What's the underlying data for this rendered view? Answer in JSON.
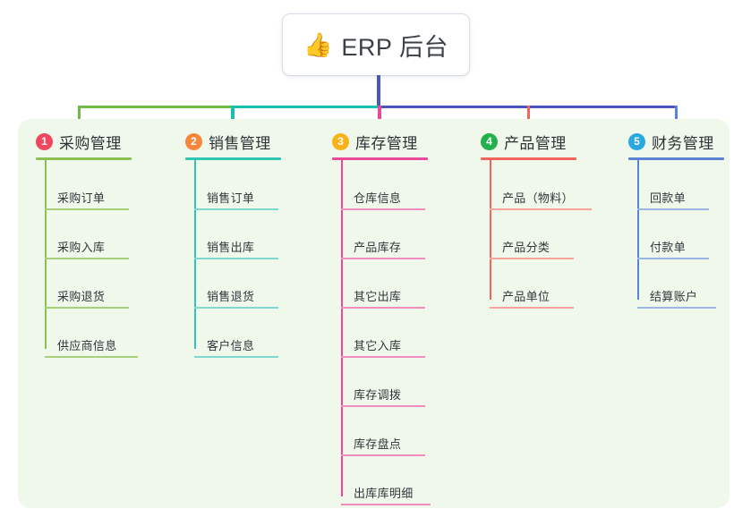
{
  "root": {
    "emoji": "👍",
    "emoji_name": "thumbs-up-icon",
    "title": "ERP 后台"
  },
  "theme": {
    "panel_bg": "#eff8ea",
    "canvas_bg": "#ffffff",
    "root_text": "#3b3f46",
    "stem_color": "#4a55c0",
    "bus_left_color": "#6dbe45",
    "bus_mid_color": "#18bfb0",
    "bus_right_color": "#4a55c0"
  },
  "columns": [
    {
      "index": "1",
      "badge": "1",
      "badge_color": "#f0475f",
      "line_color": "#8cc152",
      "title": "采购管理",
      "items": [
        "采购订单",
        "采购入库",
        "采购退货",
        "供应商信息"
      ]
    },
    {
      "index": "2",
      "badge": "2",
      "badge_color": "#f6873a",
      "line_color": "#2fc6b4",
      "title": "销售管理",
      "items": [
        "销售订单",
        "销售出库",
        "销售退货",
        "客户信息"
      ]
    },
    {
      "index": "3",
      "badge": "3",
      "badge_color": "#f9b318",
      "line_color": "#ec4899",
      "title": "库存管理",
      "items": [
        "仓库信息",
        "产品库存",
        "其它出库",
        "其它入库",
        "库存调拨",
        "库存盘点",
        "出库库明细"
      ]
    },
    {
      "index": "4",
      "badge": "4",
      "badge_color": "#22b14c",
      "line_color": "#f4645a",
      "title": "产品管理",
      "items": [
        "产品（物料）",
        "产品分类",
        "产品单位"
      ]
    },
    {
      "index": "5",
      "badge": "5",
      "badge_color": "#29a9e0",
      "line_color": "#5b83d4",
      "title": "财务管理",
      "items": [
        "回款单",
        "付款单",
        "结算账户"
      ]
    }
  ]
}
